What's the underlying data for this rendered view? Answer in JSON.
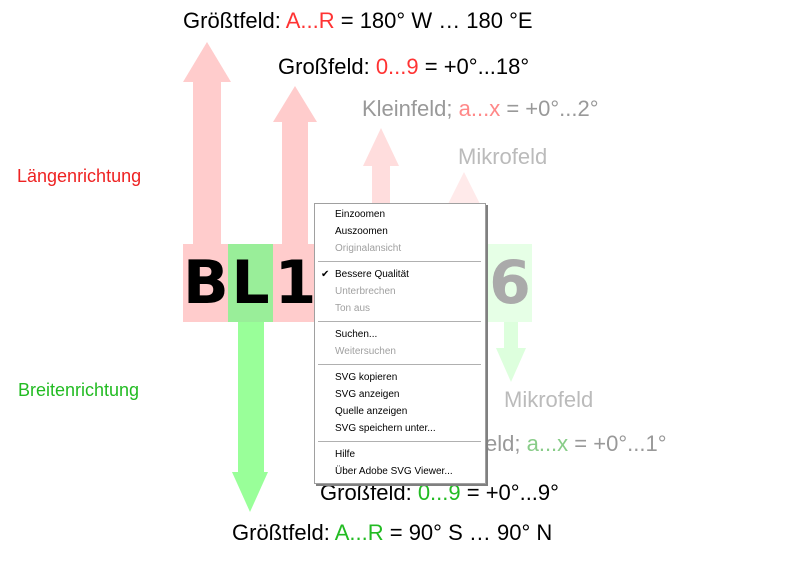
{
  "top": {
    "groesstfeld": {
      "prefix": "Größtfeld: ",
      "range": "A...R",
      "value": " = 180° W … 180 °E"
    },
    "grossfeld": {
      "prefix": "Großfeld: ",
      "range": "0...9",
      "value": " = +0°...18°"
    },
    "kleinfeld": {
      "prefix": "Kleinfeld; ",
      "range": "a...x",
      "value": " = +0°...2°"
    },
    "mikrofeld": "Mikrofeld"
  },
  "side_labels": {
    "laengenrichtung": "Längenrichtung",
    "breitenrichtung": "Breitenrichtung"
  },
  "locator": {
    "chars": [
      "B",
      "L",
      "1",
      "6"
    ]
  },
  "bottom": {
    "mikrofeld": "Mikrofeld",
    "kleinfeld": {
      "prefix": "eld; ",
      "range": "a...x",
      "value": " = +0°...1°"
    },
    "grossfeld": {
      "prefix": "Großfeld: ",
      "range": "0...9",
      "value": " = +0°...9°"
    },
    "groesstfeld": {
      "prefix": "Größtfeld: ",
      "range": "A...R",
      "value": " = 90° S … 90° N"
    }
  },
  "colors": {
    "red_arrow": "#ffcccc",
    "green_arrow": "#99ff99",
    "red_box": "#ffcccc",
    "green_box": "#99ee99"
  },
  "context_menu": {
    "groups": [
      [
        {
          "label": "Einzoomen",
          "enabled": true
        },
        {
          "label": "Auszoomen",
          "enabled": true
        },
        {
          "label": "Originalansicht",
          "enabled": false
        }
      ],
      [
        {
          "label": "Bessere Qualität",
          "enabled": true,
          "checked": true
        },
        {
          "label": "Unterbrechen",
          "enabled": false
        },
        {
          "label": "Ton aus",
          "enabled": false
        }
      ],
      [
        {
          "label": "Suchen...",
          "enabled": true
        },
        {
          "label": "Weitersuchen",
          "enabled": false
        }
      ],
      [
        {
          "label": "SVG kopieren",
          "enabled": true
        },
        {
          "label": "SVG anzeigen",
          "enabled": true
        },
        {
          "label": "Quelle anzeigen",
          "enabled": true
        },
        {
          "label": "SVG speichern unter...",
          "enabled": true
        }
      ],
      [
        {
          "label": "Hilfe",
          "enabled": true
        },
        {
          "label": "Über Adobe SVG Viewer...",
          "enabled": true
        }
      ]
    ]
  }
}
